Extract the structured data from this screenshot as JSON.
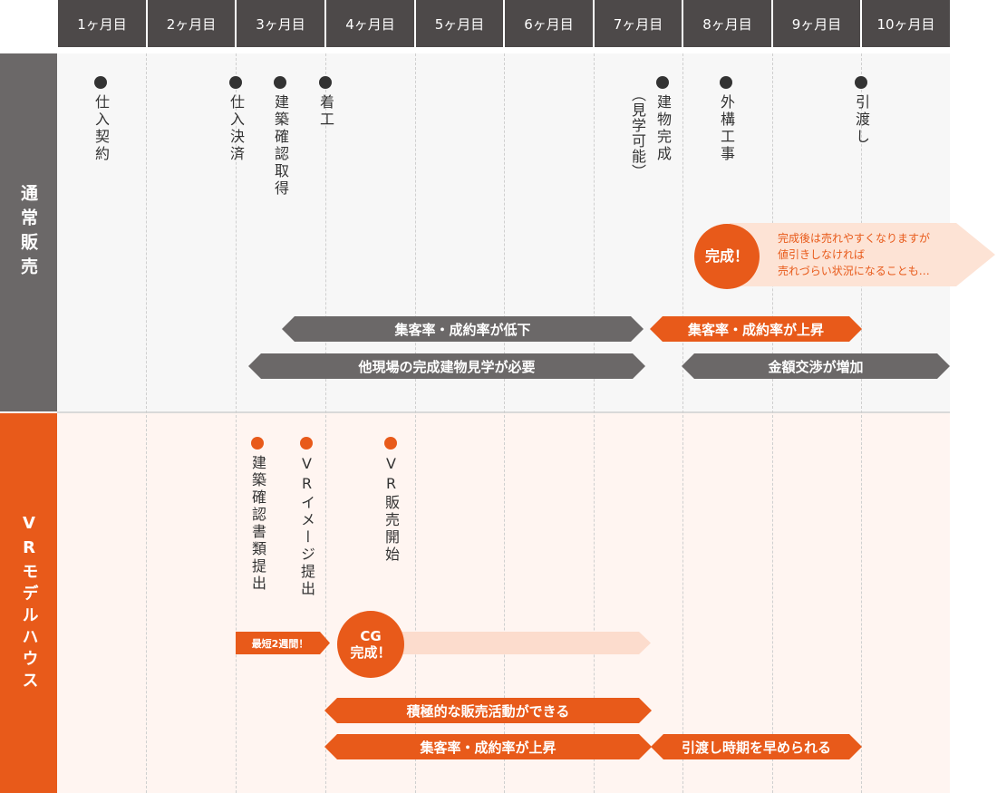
{
  "months": [
    "1ヶ月目",
    "2ヶ月目",
    "3ヶ月目",
    "4ヶ月目",
    "5ヶ月目",
    "6ヶ月目",
    "7ヶ月目",
    "8ヶ月目",
    "9ヶ月目",
    "10ヶ月目"
  ],
  "normal": {
    "label": "通常販売",
    "milestones": [
      {
        "label": "仕入契約"
      },
      {
        "label": "仕入決済"
      },
      {
        "label": "建築確認取得"
      },
      {
        "label": "着工"
      },
      {
        "label": "建物完成",
        "note": "（見学可能）"
      },
      {
        "label": "外構工事"
      },
      {
        "label": "引渡し"
      }
    ],
    "complete_badge": "完成！",
    "complete_note": [
      "完成後は売れやすくなりますが",
      "値引きしなければ",
      "売れづらい状況になることも…"
    ],
    "bars": [
      "集客率・成約率が低下",
      "集客率・成約率が上昇",
      "他現場の完成建物見学が必要",
      "金額交渉が増加"
    ]
  },
  "vr": {
    "label": "VRモデルハウス",
    "milestones": [
      {
        "label": "建築確認書類提出"
      },
      {
        "label": "VRイメージ提出"
      },
      {
        "label": "VR販売開始"
      }
    ],
    "shortest_tag": "最短2週間！",
    "cg_badge": [
      "CG",
      "完成！"
    ],
    "bars": [
      "積極的な販売活動ができる",
      "集客率・成約率が上昇",
      "引渡し時期を早められる"
    ]
  },
  "colors": {
    "header": "#4d4949",
    "gray": "#6b6868",
    "orange": "#e85a1a",
    "orange_light": "#fbe5da"
  }
}
